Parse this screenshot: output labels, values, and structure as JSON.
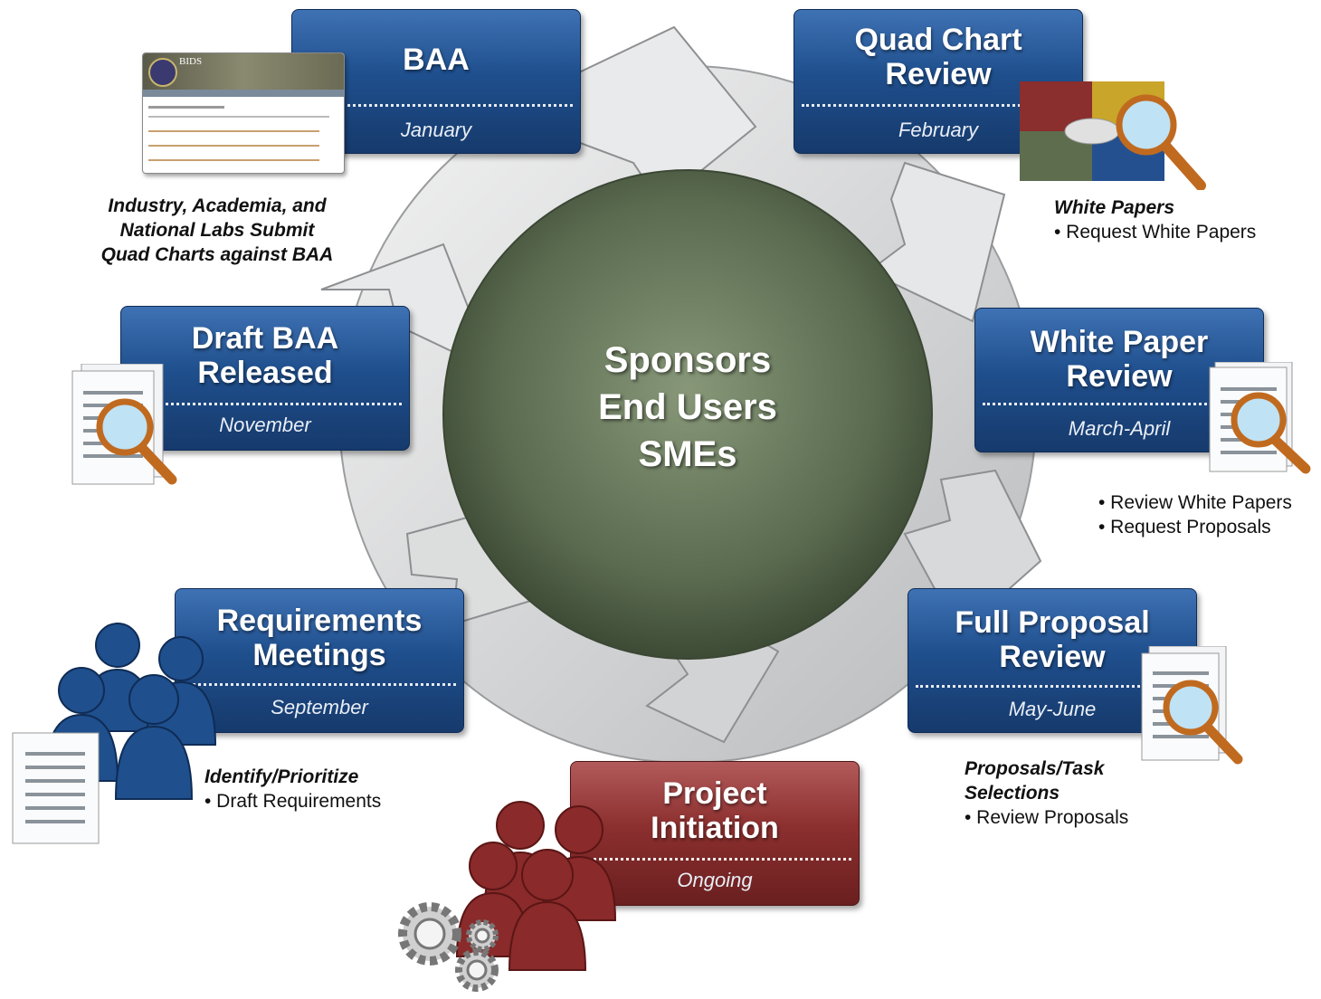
{
  "center": {
    "lines": [
      "Sponsors",
      "End Users",
      "SMEs"
    ]
  },
  "stages": {
    "baa": {
      "title": "BAA",
      "period": "January"
    },
    "quad": {
      "title": "Quad Chart\nReview",
      "period": "February"
    },
    "whitepaper": {
      "title": "White Paper\nReview",
      "period": "March-April"
    },
    "fullproposal": {
      "title": "Full Proposal\nReview",
      "period": "May-June"
    },
    "project": {
      "title": "Project\nInitiation",
      "period": "Ongoing"
    },
    "requirements": {
      "title": "Requirements\nMeetings",
      "period": "September"
    },
    "draftbaa": {
      "title": "Draft BAA\nReleased",
      "period": "November"
    }
  },
  "notes": {
    "baa": [
      "Industry, Academia, and",
      "National Labs Submit",
      "Quad Charts against BAA"
    ],
    "quad": {
      "heading": "White Papers",
      "bullets": [
        "• Request White Papers"
      ]
    },
    "whitepaper": {
      "bullets": [
        "• Review White Papers",
        "• Request Proposals"
      ]
    },
    "fullproposal": {
      "heading1": "Proposals/Task",
      "heading2": "Selections",
      "bullets": [
        "• Review Proposals"
      ]
    },
    "requirements": {
      "heading": "Identify/Prioritize",
      "bullets": [
        "• Draft Requirements"
      ]
    }
  },
  "bids_thumbnail": {
    "logo_text": "BIDS"
  },
  "colors": {
    "stage_blue": "#1f4f8d",
    "stage_red": "#8c2f2f",
    "center_green": "#5b6b50",
    "ring_gray": "#d5d7d9"
  }
}
